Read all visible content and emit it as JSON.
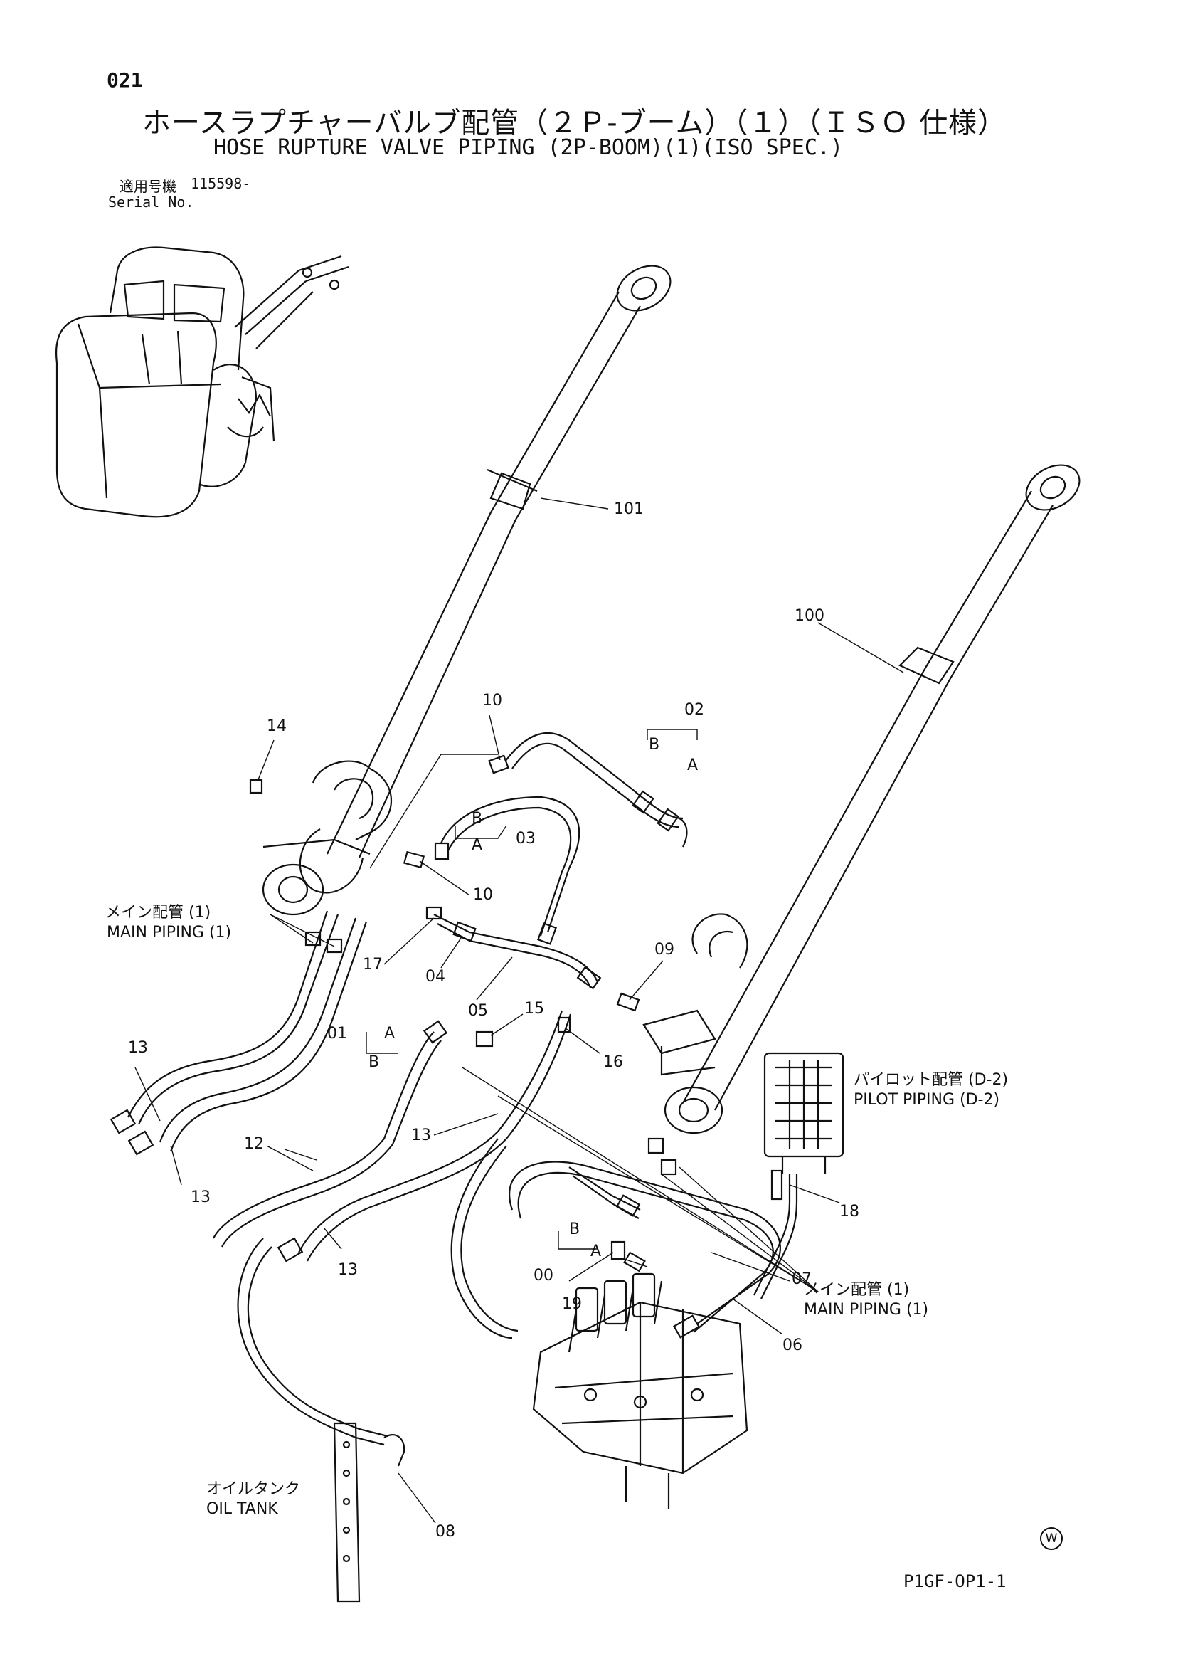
{
  "header": {
    "page_number": "021",
    "title_ja": "ホースラプチャーバルブ配管（２Ｐ-ブーム）（１）（ＩＳＯ 仕様）",
    "title_en": "HOSE RUPTURE VALVE PIPING (2P-BOOM)(1)(ISO SPEC.)",
    "serial_label_ja": "適用号機",
    "serial_value": "115598-",
    "serial_label_en": "Serial No."
  },
  "callouts": [
    "101",
    "100",
    "14",
    "10",
    "02",
    "B",
    "A",
    "03",
    "10",
    "09",
    "17",
    "04",
    "05",
    "15",
    "16",
    "01",
    "13",
    "13",
    "13",
    "13",
    "12",
    "18",
    "07",
    "00",
    "19",
    "06",
    "08"
  ],
  "labels": {
    "main_piping_left_ja": "メイン配管 (1)",
    "main_piping_left_en": "MAIN PIPING (1)",
    "pilot_piping_ja": "パイロット配管 (D-2)",
    "pilot_piping_en": "PILOT PIPING (D-2)",
    "main_piping_right_ja": "メイン配管 (1)",
    "main_piping_right_en": "MAIN PIPING (1)",
    "oil_tank_ja": "オイルタンク",
    "oil_tank_en": "OIL TANK",
    "ab_a": "A",
    "ab_b": "B"
  },
  "footer": {
    "figure_code": "P1GF-OP1-1",
    "circle_mark": "W"
  }
}
